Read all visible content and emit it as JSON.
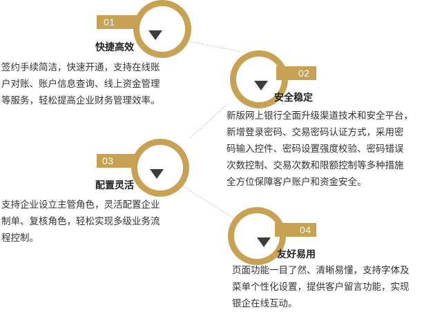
{
  "colors": {
    "gold": "#c7a253",
    "gold_light": "#e8d7aa",
    "wedge": "#3d3d3d",
    "connector": "#bdbdbd",
    "text": "#333333"
  },
  "features": [
    {
      "num": "01",
      "title": "快捷高效",
      "desc_lines": [
        "签约手续简洁，快速开通，支持在线账",
        "户对账、账户信息查询、线上资金管理",
        "等服务，轻松提高企业财务管理效率。"
      ]
    },
    {
      "num": "02",
      "title": "安全稳定",
      "desc_lines": [
        "新版网上银行全面升级渠道技术和安全平台，",
        "新增登录密码、交易密码认证方式，采用密",
        "码输入控件、密码设置强度校验、密码错误",
        "次数控制、交易次数和限额控制等多种措施",
        "全方位保障客户账户和资金安全。"
      ]
    },
    {
      "num": "03",
      "title": "配置灵活",
      "desc_lines": [
        "支持企业设立主管角色，灵活配置企业",
        "制单、复核角色，轻松实现多级业务流",
        "程控制。"
      ]
    },
    {
      "num": "04",
      "title": "友好易用",
      "desc_lines": [
        "页面功能一目了然、清晰易懂，支持字体及",
        "菜单个性化设置，提供客户留言功能，实现",
        "银企在线互动。"
      ]
    }
  ]
}
